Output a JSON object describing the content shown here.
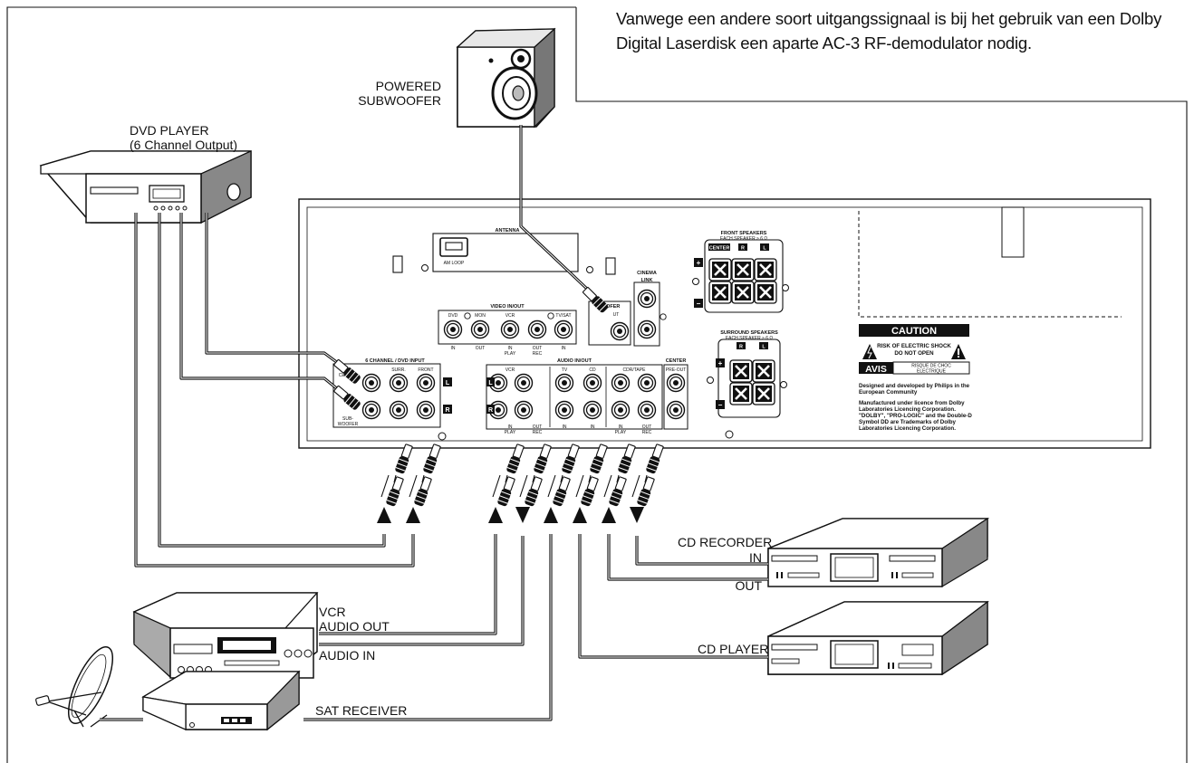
{
  "intro": "Vanwege een andere soort uitgangssignaal is bij het gebruik van een Dolby Digital Laserdisk een aparte AC-3 RF-demodulator nodig.",
  "devices": {
    "powered_subwoofer": [
      "POWERED",
      "SUBWOOFER"
    ],
    "dvd_player": [
      "DVD PLAYER",
      "(6 Channel Output)"
    ],
    "cd_recorder": {
      "name": "CD RECORDER",
      "in": "IN",
      "out": "OUT"
    },
    "cd_player": "CD PLAYER",
    "vcr": {
      "name": "VCR",
      "audio_out": "AUDIO OUT",
      "audio_in": "AUDIO IN"
    },
    "sat_receiver": "SAT RECEIVER"
  },
  "panel": {
    "antenna": "ANTENNA",
    "am_loop": "AM LOOP",
    "cinema_link": [
      "CINEMA",
      "LINK"
    ],
    "woofer": "WOOFER",
    "woofer_out": "UT",
    "video_inout": "VIDEO IN/OUT",
    "video_cols": [
      "DVD",
      "MON",
      "VCR",
      "TV/SAT"
    ],
    "video_row_in": "IN",
    "video_row_out": "OUT",
    "video_row_in2": "IN",
    "video_row_play": "PLAY",
    "video_row_out2": "OUT",
    "video_row_rec": "REC",
    "video_row_in3": "IN",
    "six_channel": "6 CHANNEL / DVD INPUT",
    "surr": "SURR.",
    "front": "FRONT",
    "center": "CENTER",
    "sub_woofer": [
      "SUB-",
      "WOOFER"
    ],
    "audio_inout": "AUDIO IN/OUT",
    "audio_cols": [
      "VCR",
      "TV",
      "CD",
      "CDR/TAPE"
    ],
    "center_preout_title": "CENTER",
    "preout": "PRE-OUT",
    "lr": [
      "L",
      "R"
    ],
    "audio_bottom": [
      "IN",
      "PLAY",
      "OUT",
      "REC",
      "IN",
      "IN",
      "IN",
      "PLAY",
      "OUT",
      "REC"
    ],
    "front_speakers": "FRONT SPEAKERS",
    "each_speaker": "EACH SPEAKER ≥ 6 Ω",
    "front_speaker_cols": [
      "CENTER",
      "R",
      "L"
    ],
    "surround_speakers": "SURROUND SPEAKERS",
    "surround_speaker_cols": [
      "R",
      "L"
    ],
    "plus": "+",
    "minus": "−",
    "caution": "CAUTION",
    "shock": [
      "RISK OF ELECTRIC SHOCK",
      "DO NOT OPEN"
    ],
    "avis": "AVIS",
    "choc": [
      "RISQUE DE CHOC",
      "ELECTRIQUE"
    ],
    "notice1": [
      "Designed and developed by Philips in the",
      "European Community"
    ],
    "notice2": [
      "Manufactured under licence from Dolby",
      "Laboratories Licencing Corporation.",
      "\"DOLBY\", \"PRO-LOGIC\" and the Double-D",
      "Symbol DD are Trademarks of Dolby",
      "Laboratories Licencing Corporation."
    ]
  }
}
